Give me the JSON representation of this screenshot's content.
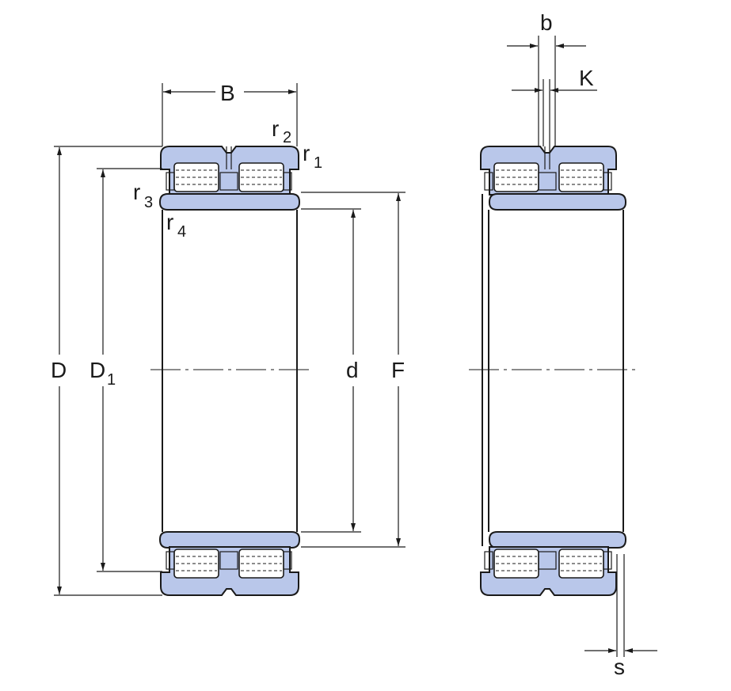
{
  "colors": {
    "ring_fill": "#b9c7ea",
    "line": "#1a1a1a"
  },
  "labels": {
    "B": "B",
    "r2": "r",
    "r2_sub": "2",
    "r1": "r",
    "r1_sub": "1",
    "r3": "r",
    "r3_sub": "3",
    "r4": "r",
    "r4_sub": "4",
    "D": "D",
    "D1": "D",
    "D1_sub": "1",
    "d": "d",
    "F": "F",
    "b": "b",
    "K": "K",
    "s": "s"
  }
}
